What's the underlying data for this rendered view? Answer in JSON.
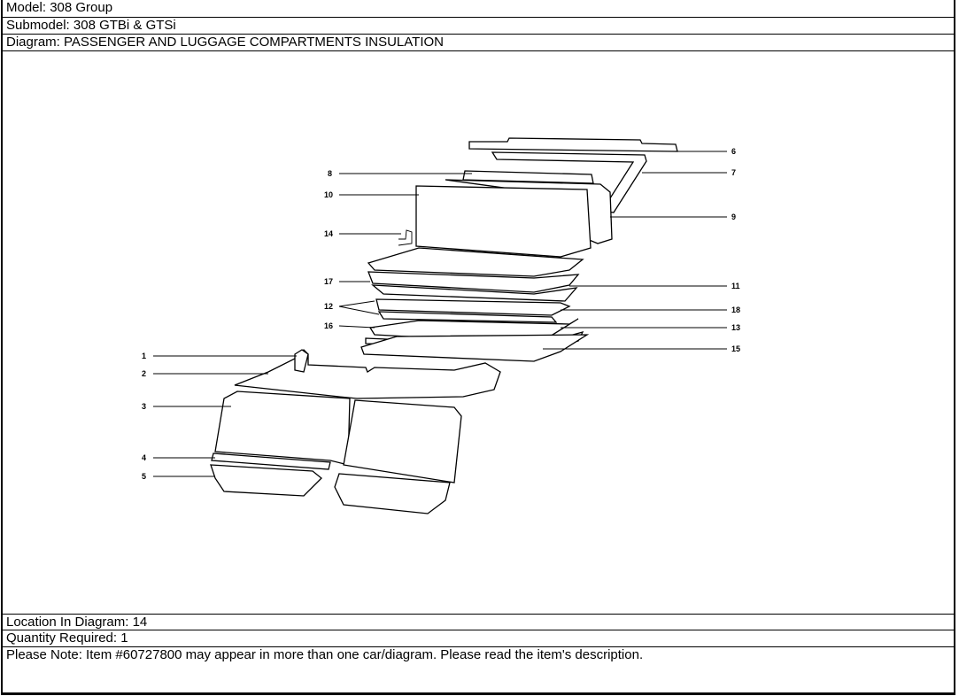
{
  "header": {
    "model": "Model: 308 Group",
    "submodel": "Submodel: 308 GTBi & GTSi",
    "diagram": "Diagram: PASSENGER AND LUGGAGE COMPARTMENTS INSULATION"
  },
  "diagram": {
    "callouts": [
      "6",
      "7",
      "8",
      "10",
      "9",
      "14",
      "17",
      "11",
      "12",
      "18",
      "16",
      "13",
      "15",
      "1",
      "2",
      "3",
      "4",
      "5"
    ]
  },
  "footer": {
    "location": "Location In Diagram: 14",
    "quantity": "Quantity Required: 1",
    "note": "Please Note: Item #60727800 may appear in more than one car/diagram. Please read the item's description."
  }
}
